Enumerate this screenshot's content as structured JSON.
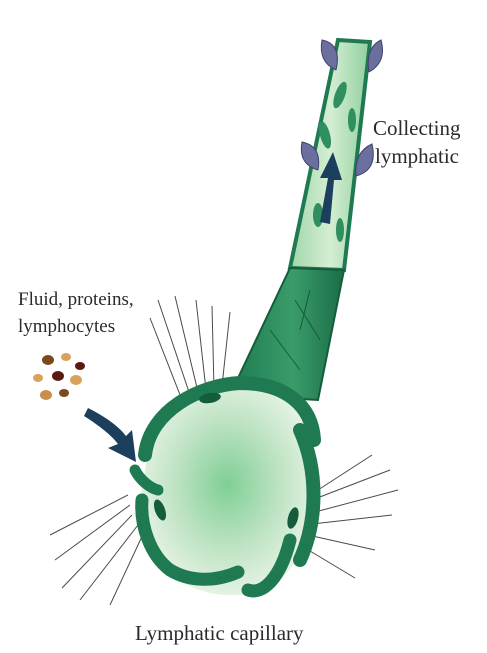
{
  "labels": {
    "collecting_line1": "Collecting",
    "collecting_line2": "lymphatic",
    "fluid_line1": "Fluid, proteins,",
    "fluid_line2": "lymphocytes",
    "capillary": "Lymphatic capillary"
  },
  "colors": {
    "vessel_wall": "#1f7a52",
    "vessel_wall_dark": "#145c3b",
    "lumen_light": "#e6f3e4",
    "lumen_mid": "#a9d9b3",
    "arrow": "#1b3f5c",
    "valve_cells": "#6b6f9e",
    "fibers": "#4a4a4a",
    "particle_brown": "#7a4a1e",
    "particle_tan": "#d9a25a",
    "particle_dark": "#5a1a10"
  },
  "icons": [
    "flow-arrow-icon",
    "entry-arrow-icon"
  ]
}
